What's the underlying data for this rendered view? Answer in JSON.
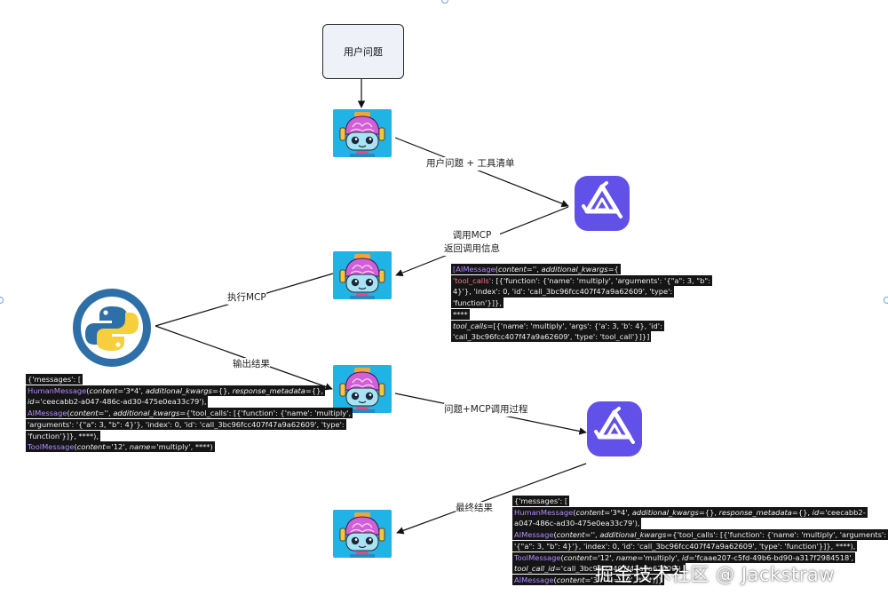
{
  "nodes": {
    "user_question": "用户问题"
  },
  "edges": {
    "to_llm_1": "用户问题 + 工具清单",
    "llm_reply_line1": "调用MCP",
    "llm_reply_line2": "返回调用信息",
    "python_exec": "执行MCP",
    "output_result": "输出结果",
    "to_llm_2": "问题+MCP调用过程",
    "final_result": "最终结果"
  },
  "code_blocks": {
    "ai_tool_call": [
      [
        {
          "c": "cls",
          "t": "[AIMessage"
        },
        {
          "c": "",
          "t": "("
        },
        {
          "c": "it",
          "t": "content"
        },
        {
          "c": "",
          "t": "='', "
        },
        {
          "c": "it",
          "t": "additional_kwargs"
        },
        {
          "c": "",
          "t": "={"
        }
      ],
      [
        {
          "c": "k",
          "t": "'tool_calls'"
        },
        {
          "c": "",
          "t": ": [{'function': {'name': 'multiply', 'arguments': '{\"a\": 3, \"b\":"
        }
      ],
      [
        {
          "c": "",
          "t": "4}'}, 'index': 0, 'id': 'call_3bc96fcc407f47a9a62609', 'type':"
        }
      ],
      [
        {
          "c": "",
          "t": "'function'}]},"
        }
      ],
      [
        {
          "c": "",
          "t": "****"
        }
      ],
      [
        {
          "c": "it",
          "t": "tool_calls"
        },
        {
          "c": "",
          "t": "=[{'name': 'multiply', 'args': {'a': 3, 'b': 4}, 'id':"
        }
      ],
      [
        {
          "c": "",
          "t": "'call_3bc96fcc407f47a9a62609', 'type': 'tool_call'}]}]"
        }
      ]
    ],
    "messages_input": [
      [
        {
          "c": "",
          "t": "{'messages': ["
        }
      ],
      [
        {
          "c": "cls",
          "t": "HumanMessage"
        },
        {
          "c": "",
          "t": "("
        },
        {
          "c": "it",
          "t": "content"
        },
        {
          "c": "",
          "t": "='3*4', "
        },
        {
          "c": "it",
          "t": "additional_kwargs"
        },
        {
          "c": "",
          "t": "={}, "
        },
        {
          "c": "it",
          "t": "response_metadata"
        },
        {
          "c": "",
          "t": "={},"
        }
      ],
      [
        {
          "c": "it",
          "t": "id"
        },
        {
          "c": "",
          "t": "='ceecabb2-a047-486c-ad30-475e0ea33c79'),"
        }
      ],
      [
        {
          "c": "cls",
          "t": "AIMessage"
        },
        {
          "c": "",
          "t": "("
        },
        {
          "c": "it",
          "t": "content"
        },
        {
          "c": "",
          "t": "='', "
        },
        {
          "c": "it",
          "t": "additional_kwargs"
        },
        {
          "c": "",
          "t": "={'tool_calls': [{'function': {'name': 'multiply',"
        }
      ],
      [
        {
          "c": "",
          "t": "'arguments': '{\"a\": 3, \"b\": 4}'}, 'index': 0, 'id': 'call_3bc96fcc407f47a9a62609', 'type':"
        }
      ],
      [
        {
          "c": "",
          "t": "'function'}]}, ****),"
        }
      ],
      [
        {
          "c": "cls",
          "t": "ToolMessage"
        },
        {
          "c": "",
          "t": "("
        },
        {
          "c": "it",
          "t": "content"
        },
        {
          "c": "",
          "t": "='12', "
        },
        {
          "c": "it",
          "t": "name"
        },
        {
          "c": "",
          "t": "='multiply', ****)"
        }
      ]
    ],
    "messages_final": [
      [
        {
          "c": "",
          "t": "{'messages': ["
        }
      ],
      [
        {
          "c": "cls",
          "t": "HumanMessage"
        },
        {
          "c": "",
          "t": "("
        },
        {
          "c": "it",
          "t": "content"
        },
        {
          "c": "",
          "t": "='3*4', "
        },
        {
          "c": "it",
          "t": "additional_kwargs"
        },
        {
          "c": "",
          "t": "={}, "
        },
        {
          "c": "it",
          "t": "response_metadata"
        },
        {
          "c": "",
          "t": "={}, "
        },
        {
          "c": "it",
          "t": "id"
        },
        {
          "c": "",
          "t": "='ceecabb2-"
        }
      ],
      [
        {
          "c": "",
          "t": "a047-486c-ad30-475e0ea33c79'),"
        }
      ],
      [
        {
          "c": "cls",
          "t": "AIMessage"
        },
        {
          "c": "",
          "t": "("
        },
        {
          "c": "it",
          "t": "content"
        },
        {
          "c": "",
          "t": "='', "
        },
        {
          "c": "it",
          "t": "additional_kwargs"
        },
        {
          "c": "",
          "t": "={'tool_calls': [{'function': {'name': 'multiply', 'arguments':"
        }
      ],
      [
        {
          "c": "",
          "t": "'{\"a\": 3, \"b\": 4}'}, 'index': 0, 'id': 'call_3bc96fcc407f47a9a62609', 'type': 'function'}]}, ****),"
        }
      ],
      [
        {
          "c": "cls",
          "t": "ToolMessage"
        },
        {
          "c": "",
          "t": "("
        },
        {
          "c": "it",
          "t": "content"
        },
        {
          "c": "",
          "t": "='12', "
        },
        {
          "c": "it",
          "t": "name"
        },
        {
          "c": "",
          "t": "='multiply', "
        },
        {
          "c": "it",
          "t": "id"
        },
        {
          "c": "",
          "t": "='fcaae207-c5fd-49b6-bd90-a317f2984518',"
        }
      ],
      [
        {
          "c": "it",
          "t": "tool_call_id"
        },
        {
          "c": "",
          "t": "='call_3bc96fcc407f47a9a62609'),"
        }
      ],
      [
        {
          "c": "cls",
          "t": "AIMessage"
        },
        {
          "c": "",
          "t": "("
        },
        {
          "c": "it",
          "t": "content"
        },
        {
          "c": "",
          "t": "='3 * 4 = 12', ****)]}"
        }
      ]
    ]
  },
  "watermark": "掘金技术社区 @ Jackstraw",
  "icons": [
    "robot-brain-icon",
    "qwen-logo-icon",
    "python-logo-icon"
  ],
  "colors": {
    "qwen": "#6151e8",
    "python_blue": "#2f6fa8",
    "python_yellow": "#f5cf3c",
    "robot_bg": "#22b3e6",
    "robot_brain": "#d060d8",
    "code_bg": "#151515"
  }
}
